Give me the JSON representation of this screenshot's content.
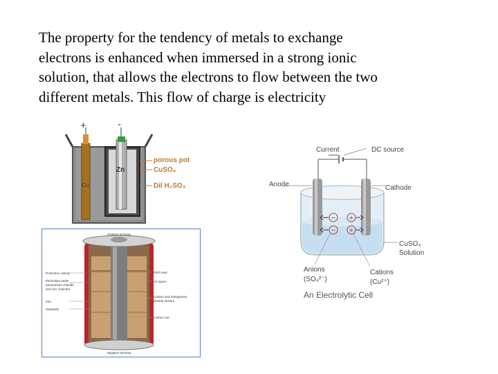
{
  "slide": {
    "text_lines": [
      "The property for the tendency of metals to exchange",
      "electrons is enhanced when immersed in a strong ionic",
      "solution, that allows the electrons to flow between the two",
      "different metals.  This flow of charge is electricity"
    ]
  },
  "daniell_cell": {
    "plus": "+",
    "minus": "-",
    "zn": "Zn",
    "cu": "Cu",
    "porous_pot": "porous pot",
    "cuso4": "CuSO₄",
    "acid": "Dil H₂SO₄"
  },
  "dry_cell": {
    "positive_terminal": "Positive terminal",
    "negative_terminal": "Negative terminal",
    "left_labels": [
      "Protective casing",
      "Electrolyte paste",
      "(ammonium chloride",
      "and zinc chloride)",
      "Zinc",
      "Separator"
    ],
    "right_labels": [
      "Pitch seal",
      "Air space",
      "Carbon and manganese",
      "dioxide mixture",
      "Carbon rod"
    ]
  },
  "electrolytic_cell": {
    "current": "Current",
    "dc_source": "DC source",
    "anode": "Anode",
    "cathode": "Cathode",
    "solution_1": "CuSO₄",
    "solution_2": "Solution",
    "anions_1": "Anions",
    "anions_2": "(SO₄²⁻)",
    "cations_1": "Cations",
    "cations_2": "(Cu²⁺)",
    "caption": "An Electrolytic Cell",
    "minus_sign": "−",
    "plus_sign": "+"
  },
  "colors": {
    "zinc": "#b5b5b5",
    "copper": "#b07a28",
    "acid": "#cfcfcf",
    "label_orange": "#c8742a",
    "solution_blue": "#c5dff0"
  }
}
